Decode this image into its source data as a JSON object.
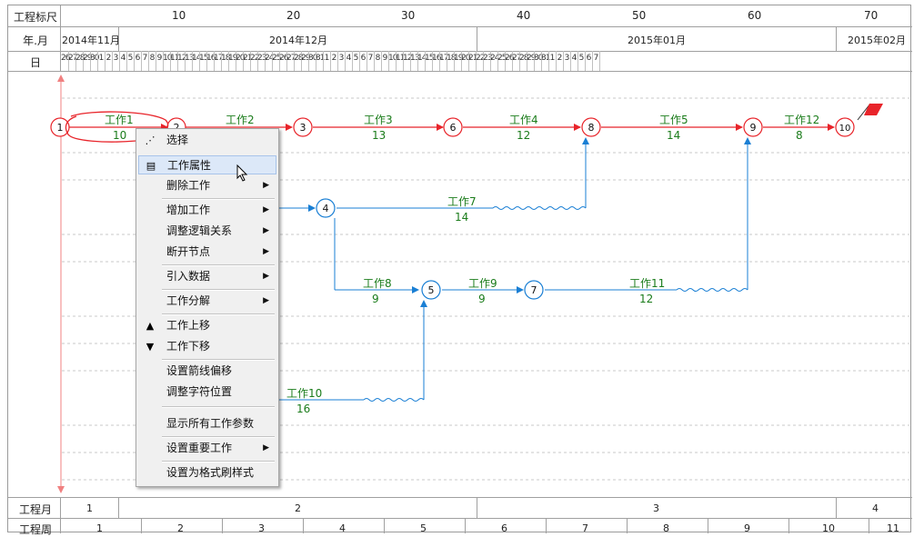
{
  "header": {
    "scale_label": "工程标尺",
    "month_label": "年.月",
    "day_label": "日",
    "scale_ticks": [
      "10",
      "20",
      "30",
      "40",
      "50",
      "60",
      "70"
    ],
    "months": [
      "2014年11月",
      "2014年12月",
      "2015年01月",
      "2015年02月"
    ],
    "days_nov": [
      "26",
      "27",
      "28",
      "29",
      "30"
    ],
    "days_dec": [
      "1",
      "2",
      "3",
      "4",
      "5",
      "6",
      "7",
      "8",
      "9",
      "10",
      "11",
      "12",
      "13",
      "14",
      "15",
      "16",
      "17",
      "18",
      "19",
      "20",
      "21",
      "22",
      "23",
      "24",
      "25",
      "26",
      "27",
      "28",
      "29",
      "30",
      "31"
    ],
    "days_jan": [
      "1",
      "2",
      "3",
      "4",
      "5",
      "6",
      "7",
      "8",
      "9",
      "10",
      "11",
      "12",
      "13",
      "14",
      "15",
      "16",
      "17",
      "18",
      "19",
      "20",
      "21",
      "22",
      "23",
      "24",
      "25",
      "26",
      "27",
      "28",
      "29",
      "30",
      "31"
    ],
    "days_feb": [
      "1",
      "2",
      "3",
      "4",
      "5",
      "6",
      "7"
    ]
  },
  "footer": {
    "month_label": "工程月",
    "week_label": "工程周",
    "months": [
      "1",
      "2",
      "3",
      "4"
    ],
    "weeks": [
      "1",
      "2",
      "3",
      "4",
      "5",
      "6",
      "7",
      "8",
      "9",
      "10",
      "11"
    ]
  },
  "nodes": [
    "1",
    "2",
    "3",
    "4",
    "5",
    "6",
    "7",
    "8",
    "9",
    "10"
  ],
  "works": {
    "w1": {
      "name": "工作1",
      "dur": "10"
    },
    "w2": {
      "name": "工作2"
    },
    "w3": {
      "name": "工作3",
      "dur": "13"
    },
    "w4": {
      "name": "工作4",
      "dur": "12"
    },
    "w5": {
      "name": "工作5",
      "dur": "14"
    },
    "w12": {
      "name": "工作12",
      "dur": "8"
    },
    "w7": {
      "name": "工作7",
      "dur": "14"
    },
    "w8": {
      "name": "工作8",
      "dur": "9"
    },
    "w9": {
      "name": "工作9",
      "dur": "9"
    },
    "w11": {
      "name": "工作11",
      "dur": "12"
    },
    "w10": {
      "name": "工作10",
      "dur": "16"
    }
  },
  "menu": {
    "select": "选择",
    "properties": "工作属性",
    "delete": "删除工作",
    "add": "增加工作",
    "adjust_logic": "调整逻辑关系",
    "break_node": "断开节点",
    "import": "引入数据",
    "decompose": "工作分解",
    "move_up": "工作上移",
    "move_down": "工作下移",
    "arrow_offset": "设置箭线偏移",
    "text_pos": "调整字符位置",
    "show_params": "显示所有工作参数",
    "important": "设置重要工作",
    "format_brush": "设置为格式刷样式"
  },
  "colors": {
    "critical": "#e8242a",
    "normal": "#1a7fd4",
    "label": "#1b7c1b",
    "annotation": "#e8242a"
  }
}
